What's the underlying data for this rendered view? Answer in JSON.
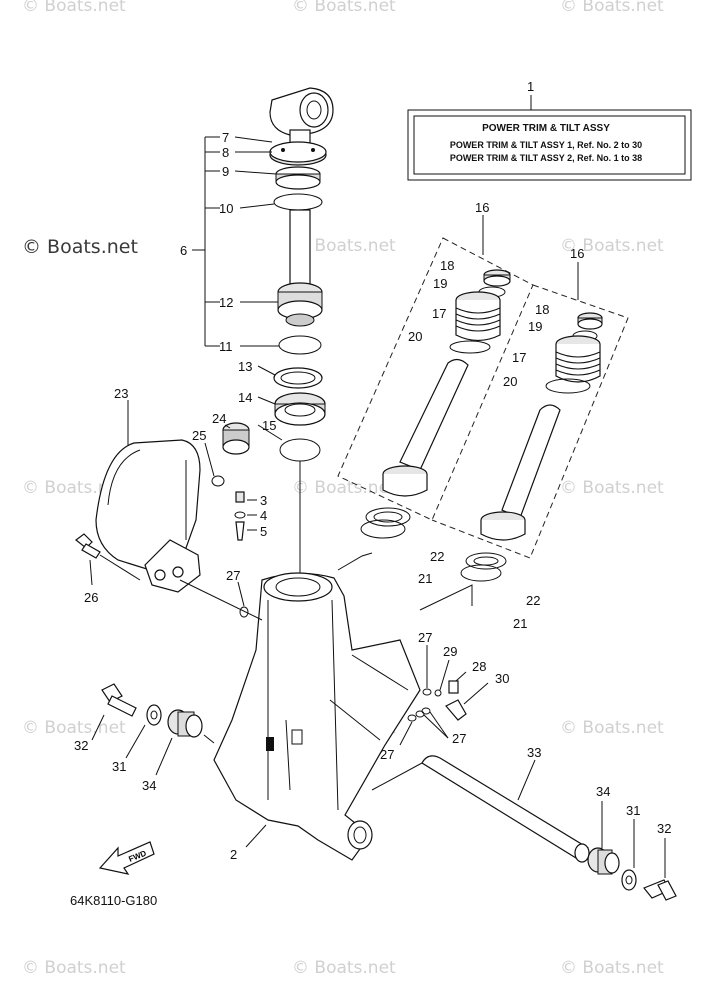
{
  "watermark": {
    "text": "© Boats.net",
    "text_strong": "© Boats.net"
  },
  "diagram_code": "64K8110-G180",
  "fwd_label": "FWD",
  "assy_box": {
    "title": "POWER TRIM & TILT ASSY",
    "line1": "POWER TRIM & TILT ASSY 1,  Ref. No. 2 to 30",
    "line2": "POWER TRIM & TILT ASSY 2,  Ref. No. 1 to 38"
  },
  "callouts": {
    "c1": "1",
    "c2": "2",
    "c3": "3",
    "c4": "4",
    "c5": "5",
    "c6": "6",
    "c7": "7",
    "c8": "8",
    "c9": "9",
    "c10": "10",
    "c11": "11",
    "c12": "12",
    "c13": "13",
    "c14": "14",
    "c15": "15",
    "c16a": "16",
    "c16b": "16",
    "c17a": "17",
    "c17b": "17",
    "c18a": "18",
    "c18b": "18",
    "c19a": "19",
    "c19b": "19",
    "c20a": "20",
    "c20b": "20",
    "c21a": "21",
    "c21b": "21",
    "c22a": "22",
    "c22b": "22",
    "c23": "23",
    "c24": "24",
    "c25": "25",
    "c26": "26",
    "c27a": "27",
    "c27b": "27",
    "c27c": "27",
    "c27d": "27",
    "c28": "28",
    "c29": "29",
    "c30": "30",
    "c31a": "31",
    "c31b": "31",
    "c32a": "32",
    "c32b": "32",
    "c33": "33",
    "c34a": "34",
    "c34b": "34"
  }
}
